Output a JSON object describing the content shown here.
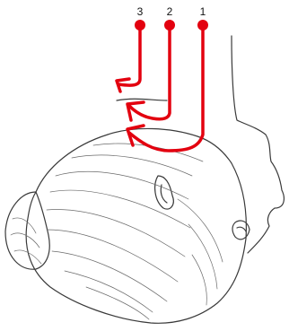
{
  "diagram": {
    "accent_color": "#e3000f",
    "line_color": "#3a3a3a",
    "markers": [
      {
        "label": "3"
      },
      {
        "label": "2"
      },
      {
        "label": "1"
      }
    ]
  }
}
